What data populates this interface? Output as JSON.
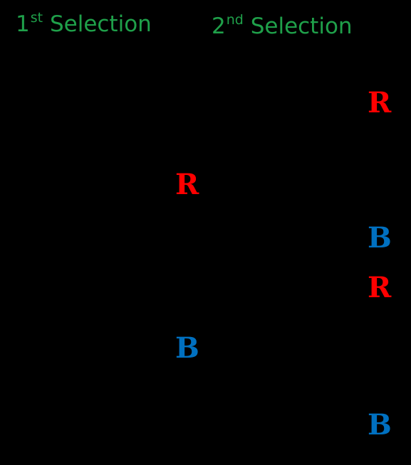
{
  "headers": {
    "first": {
      "number": "1",
      "suffix": "st",
      "word": "Selection"
    },
    "second": {
      "number": "2",
      "suffix": "nd",
      "word": "Selection"
    }
  },
  "first_selection": [
    {
      "label": "R",
      "color": "#ff0000"
    },
    {
      "label": "B",
      "color": "#0070c0"
    }
  ],
  "second_selection": [
    {
      "label": "R",
      "color": "#ff0000"
    },
    {
      "label": "B",
      "color": "#0070c0"
    },
    {
      "label": "R",
      "color": "#ff0000"
    },
    {
      "label": "B",
      "color": "#0070c0"
    }
  ],
  "colors": {
    "background": "#000000",
    "heading": "#1fa04a",
    "red": "#ff0000",
    "blue": "#0070c0"
  }
}
